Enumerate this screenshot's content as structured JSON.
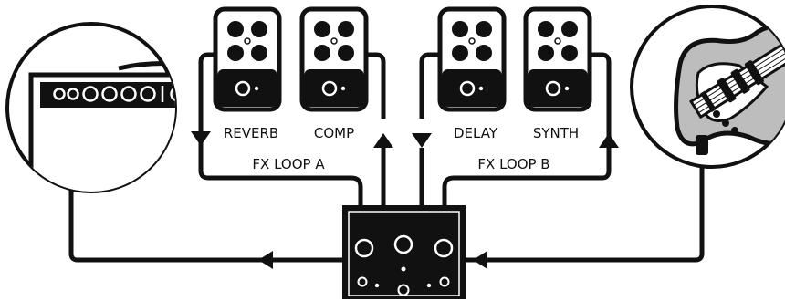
{
  "diagram": {
    "pedals": [
      {
        "label": "REVERB"
      },
      {
        "label": "COMP"
      },
      {
        "label": "DELAY"
      },
      {
        "label": "SYNTH"
      }
    ],
    "loops": [
      {
        "label": "FX LOOP A"
      },
      {
        "label": "FX LOOP B"
      }
    ],
    "colors": {
      "ink": "#111111",
      "fill_gray": "#bdbdbd",
      "background": "#ffffff"
    },
    "icons": [
      "amplifier-icon",
      "guitar-icon",
      "switcher-icon",
      "pedal-icon",
      "arrow-icon"
    ]
  }
}
